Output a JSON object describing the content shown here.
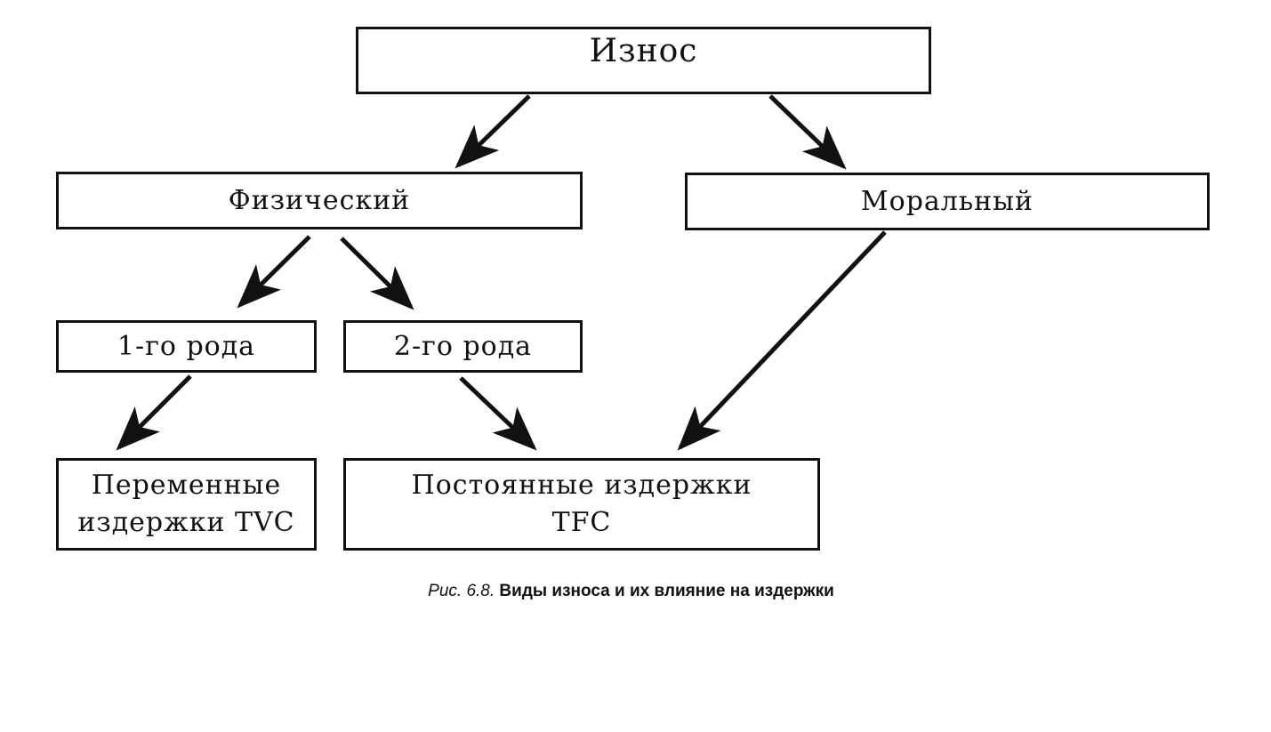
{
  "diagram": {
    "nodes": {
      "wear": "Износ",
      "physical": "Физический",
      "moral": "Моральный",
      "kind1": "1-го рода",
      "kind2": "2-го рода",
      "variable_costs": "Переменные\nиздержки TVC",
      "fixed_costs": "Постоянные издержки\nTFC"
    },
    "edges": [
      {
        "from": "wear",
        "to": "physical"
      },
      {
        "from": "wear",
        "to": "moral"
      },
      {
        "from": "physical",
        "to": "kind1"
      },
      {
        "from": "physical",
        "to": "kind2"
      },
      {
        "from": "kind1",
        "to": "variable_costs"
      },
      {
        "from": "kind2",
        "to": "fixed_costs"
      },
      {
        "from": "moral",
        "to": "fixed_costs"
      }
    ]
  },
  "caption": {
    "number": "Рис. 6.8.",
    "title": "Виды износа и их влияние на издержки"
  },
  "colors": {
    "stroke": "#111111",
    "background": "#ffffff"
  }
}
